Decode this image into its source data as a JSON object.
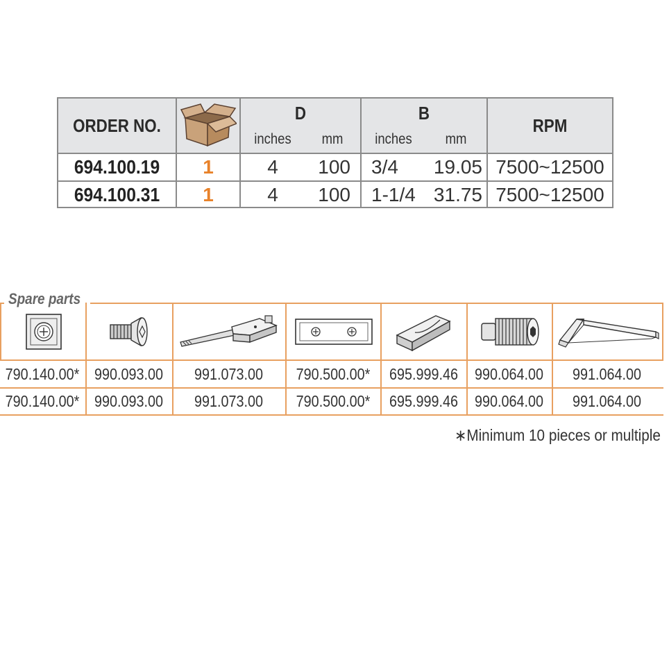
{
  "order_table": {
    "headers": {
      "order_no": "ORDER NO.",
      "box_icon": "cardboard-box-icon",
      "d": "D",
      "b": "B",
      "d_inches": "inches",
      "d_mm": "mm",
      "b_inches": "inches",
      "b_mm": "mm",
      "rpm": "RPM"
    },
    "rows": [
      {
        "order_no": "694.100.19",
        "qty": "1",
        "d_in": "4",
        "d_mm": "100",
        "b_in": "3/4",
        "b_mm": "19.05",
        "rpm": "7500~12500"
      },
      {
        "order_no": "694.100.31",
        "qty": "1",
        "d_in": "4",
        "d_mm": "100",
        "b_in": "1-1/4",
        "b_mm": "31.75",
        "rpm": "7500~12500"
      }
    ],
    "accent_color": "#e8822a",
    "header_bg": "#e4e5e7"
  },
  "spare_parts": {
    "title": "Spare parts",
    "icons": [
      "square-insert-icon",
      "countersunk-screw-icon",
      "torx-key-icon",
      "knife-blade-icon",
      "wedge-icon",
      "set-screw-icon",
      "hex-key-icon"
    ],
    "rows": [
      [
        "790.140.00*",
        "990.093.00",
        "991.073.00",
        "790.500.00*",
        "695.999.46",
        "990.064.00",
        "991.064.00"
      ],
      [
        "790.140.00*",
        "990.093.00",
        "991.073.00",
        "790.500.00*",
        "695.999.46",
        "990.064.00",
        "991.064.00"
      ]
    ],
    "border_color": "#e8a060"
  },
  "footnote": "∗Minimum 10 pieces or multiple"
}
